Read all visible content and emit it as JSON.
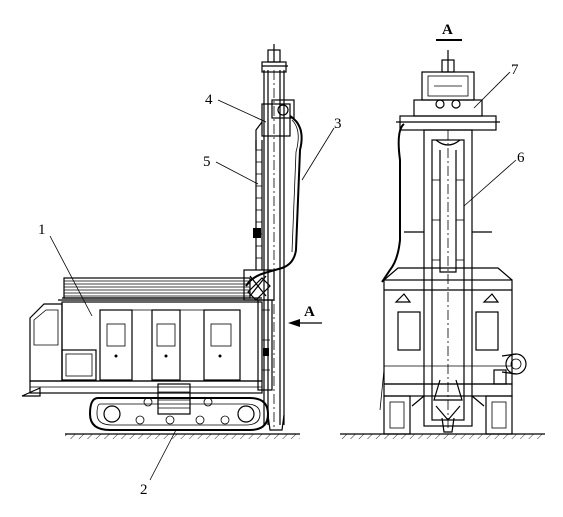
{
  "callouts": {
    "c1": "1",
    "c2": "2",
    "c3": "3",
    "c4": "4",
    "c5": "5",
    "c6": "6",
    "c7": "7"
  },
  "views": {
    "arrow_label": "A",
    "section_label": "A"
  },
  "icons": {
    "view_arrow": "arrow-left-icon"
  }
}
